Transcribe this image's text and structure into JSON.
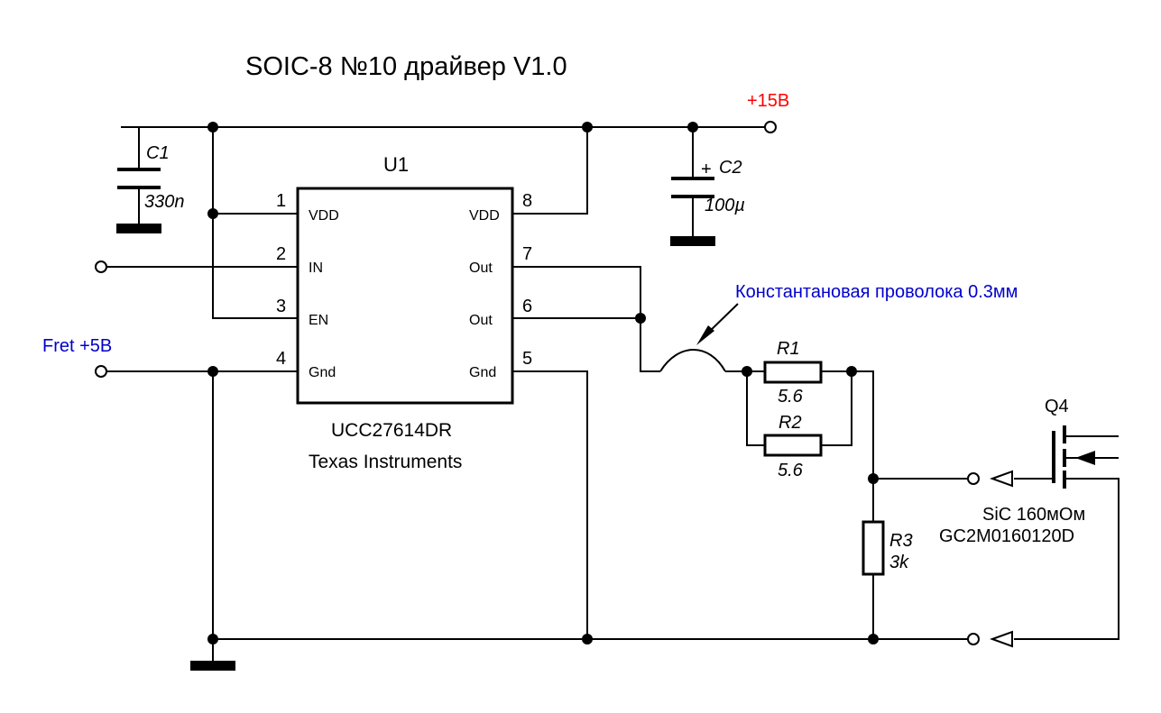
{
  "title": "SOIC-8 №10 драйвер V1.0",
  "colors": {
    "wire": "#000000",
    "red_label": "#ff0000",
    "blue_label": "#0000cc"
  },
  "supply": {
    "label": "+15B",
    "color": "#ff0000"
  },
  "input_label": {
    "text": "Fret +5B",
    "color": "#0000cc"
  },
  "wire_note": {
    "text": "Константановая проволока 0.3мм",
    "color": "#0000cc"
  },
  "ic": {
    "ref": "U1",
    "part": "UCC27614DR",
    "maker": "Texas Instruments",
    "pins": [
      {
        "num": "1",
        "name": "VDD"
      },
      {
        "num": "2",
        "name": "IN"
      },
      {
        "num": "3",
        "name": "EN"
      },
      {
        "num": "4",
        "name": "Gnd"
      },
      {
        "num": "8",
        "name": "VDD"
      },
      {
        "num": "7",
        "name": "Out"
      },
      {
        "num": "6",
        "name": "Out"
      },
      {
        "num": "5",
        "name": "Gnd"
      }
    ]
  },
  "components": {
    "c1": {
      "ref": "C1",
      "value": "330n"
    },
    "c2": {
      "ref": "C2",
      "value": "100µ",
      "polarity": "+"
    },
    "r1": {
      "ref": "R1",
      "value": "5.6"
    },
    "r2": {
      "ref": "R2",
      "value": "5.6"
    },
    "r3": {
      "ref": "R3",
      "value": "3k"
    }
  },
  "transistor": {
    "ref": "Q4",
    "desc1": "SiC 160мОм",
    "desc2": "GC2M0160120D"
  }
}
